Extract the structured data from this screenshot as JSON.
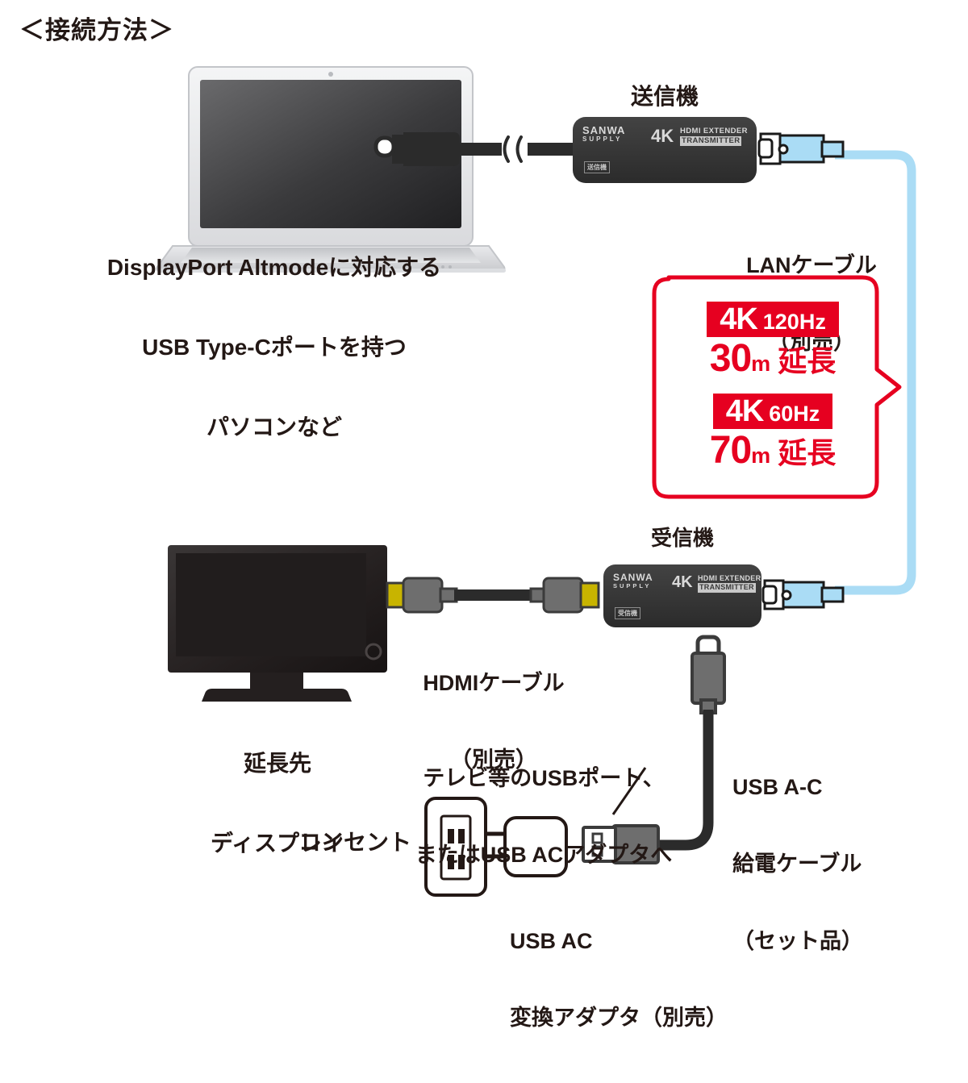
{
  "title": "＜接続方法＞",
  "colors": {
    "text": "#231815",
    "red": "#e60020",
    "lan_cable": "#aadcf5",
    "device_body": "#3a3a3a",
    "hdmi_tip": "#c8b400",
    "usb_grey": "#6e6e6e",
    "laptop_silver": "#e8e9eb"
  },
  "nodes": {
    "laptop": {
      "label_lines": [
        "DisplayPort Altmodeに対応する",
        "USB Type-Cポートを持つ",
        "パソコンなど"
      ]
    },
    "transmitter": {
      "heading": "送信機",
      "brand": "SANWA",
      "brand_sub": "SUPPLY",
      "res": "4K",
      "product_line1": "HDMI EXTENDER",
      "product_line2": "TRANSMITTER",
      "badge": "送信機"
    },
    "receiver": {
      "heading": "受信機",
      "brand": "SANWA",
      "brand_sub": "SUPPLY",
      "res": "4K",
      "product_line1": "HDMI EXTENDER",
      "product_line2": "TRANSMITTER",
      "badge": "受信機"
    },
    "lan_cable": {
      "label_lines": [
        "LANケーブル",
        "（別売）"
      ]
    },
    "hdmi_cable": {
      "label_lines": [
        "HDMIケーブル",
        "（別売）"
      ]
    },
    "display": {
      "label_lines": [
        "延長先",
        "ディスプレイ"
      ]
    },
    "usb_power_cable": {
      "label_lines": [
        "USB A-C",
        "給電ケーブル",
        "（セット品）"
      ]
    },
    "usb_port_note": {
      "label_lines": [
        "テレビ等のUSBポート、",
        "またはUSB ACアダプタへ"
      ]
    },
    "outlet": {
      "label": "コンセント"
    },
    "ac_adapter": {
      "label_lines": [
        "USB AC",
        "変換アダプタ（別売）"
      ]
    }
  },
  "callout": {
    "rows": [
      {
        "badge_res": "4K",
        "badge_rate": "120Hz",
        "distance": "30",
        "unit": "m",
        "suffix": "延長"
      },
      {
        "badge_res": "4K",
        "badge_rate": "60Hz",
        "distance": "70",
        "unit": "m",
        "suffix": "延長"
      }
    ]
  }
}
